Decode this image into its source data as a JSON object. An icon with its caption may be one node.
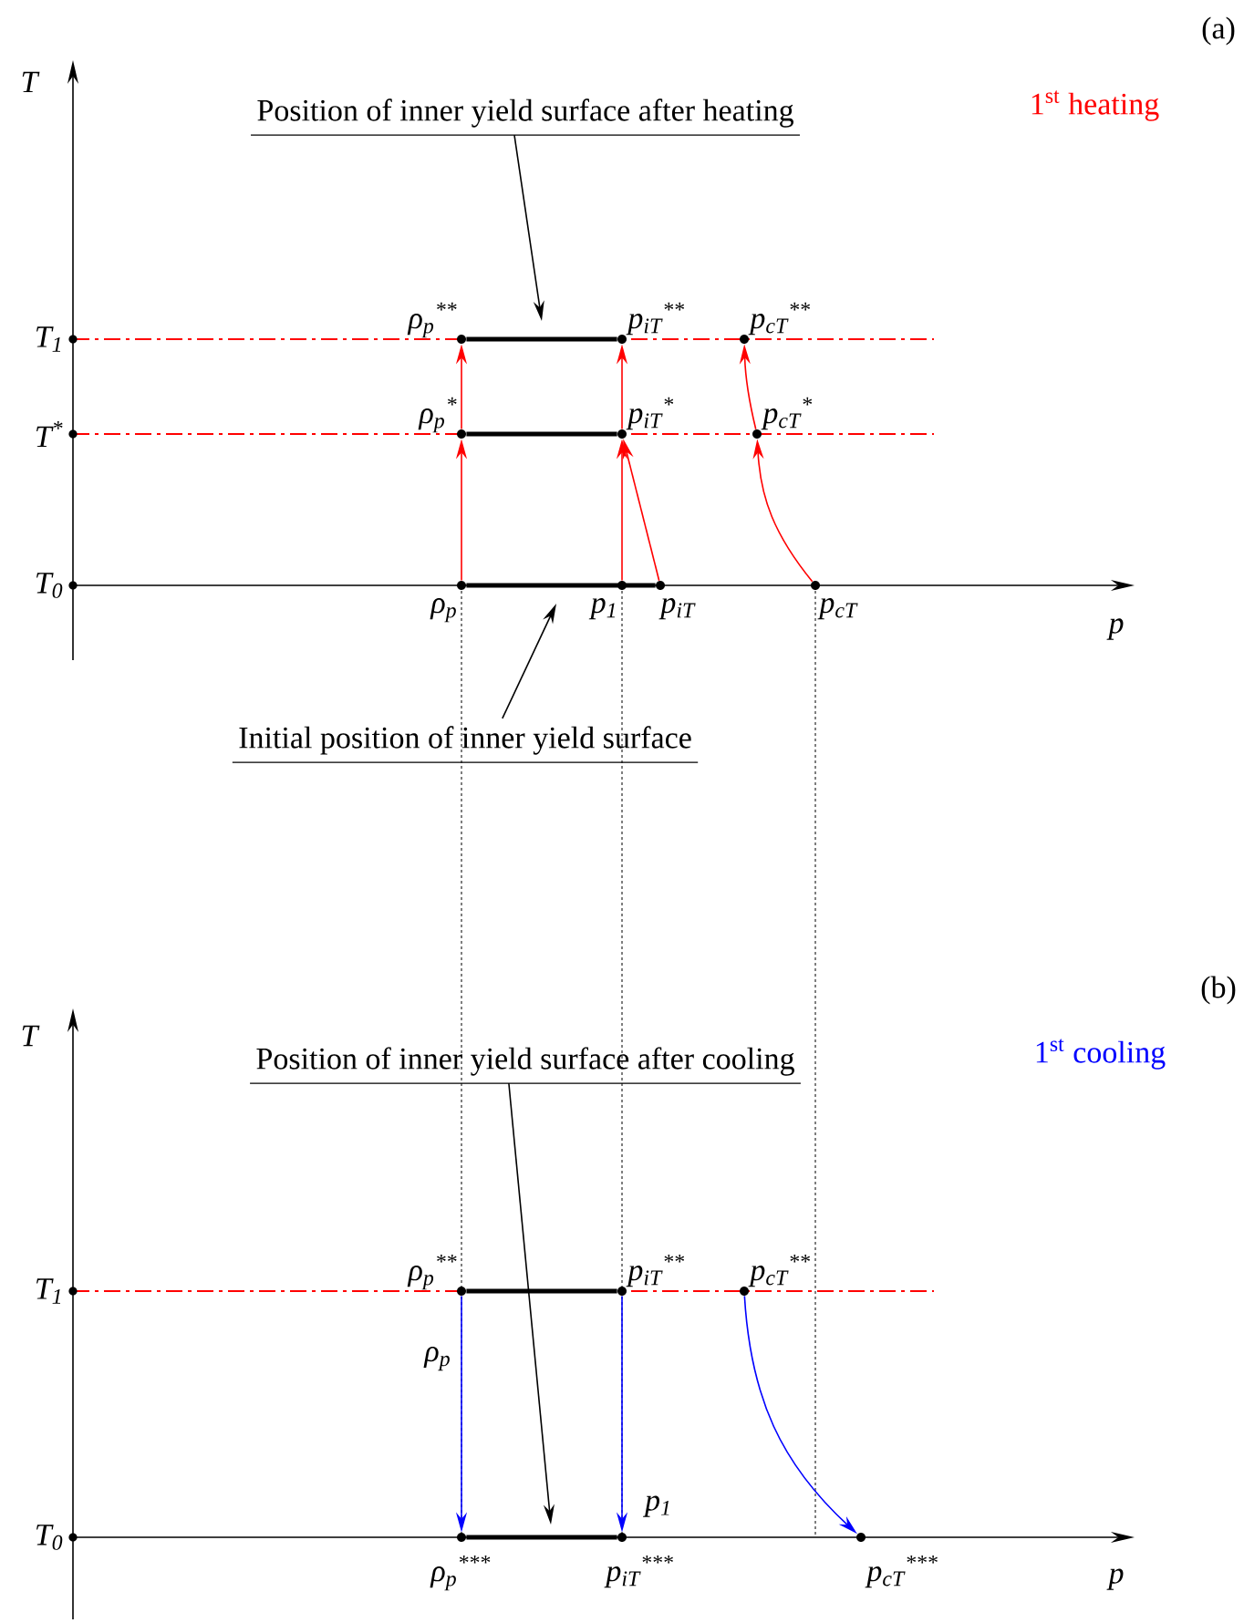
{
  "diagram": {
    "nodes": [
      {
        "text": [
          "Position of inner yield surface after heating"
        ]
      },
      {
        "text": [],
        "shape": "circle",
        "beside": [
          "ρ$_{p}$$^{**}$"
        ]
      },
      {
        "text": [],
        "shape": "circle",
        "beside": [
          "p$_{iT}$$^{**}$"
        ]
      },
      {
        "text": [],
        "shape": "circle",
        "beside": [
          "p$_{cT}$$^{**}$"
        ]
      },
      {
        "text": [],
        "shape": "circle",
        "beside": [
          "ρ$_{p}$$^{*}$"
        ]
      },
      {
        "text": [],
        "shape": "circle",
        "beside": [
          "p$_{iT}$$^{*}$"
        ]
      },
      {
        "text": [],
        "shape": "circle",
        "beside": [
          "p$_{cT}$$^{*}$"
        ]
      },
      {
        "text": [],
        "shape": "circle",
        "beside": [
          "ρ$_{p}$"
        ]
      },
      {
        "text": [],
        "shape": "circle",
        "beside": [
          "p$_{1}$"
        ]
      },
      {
        "text": [],
        "shape": "circle",
        "beside": [
          "p$_{iT}$"
        ]
      },
      {
        "text": [],
        "shape": "circle",
        "beside": [
          "p$_{cT}$"
        ]
      },
      {
        "text": [
          "Initial position of inner yield surface"
        ]
      },
      {
        "text": [
          "Position of inner yield surface after cooling"
        ]
      },
      {
        "text": [],
        "shape": "circle",
        "beside": [
          "ρ$_{p}$$^{**}$"
        ]
      },
      {
        "text": [],
        "shape": "circle",
        "beside": [
          "p$_{iT}$$^{**}$"
        ]
      },
      {
        "text": [],
        "shape": "circle",
        "beside": [
          "p$_{cT}$$^{**}$"
        ]
      },
      {
        "text": [],
        "shape": "circle",
        "beside": [
          "ρ$_{p}$$^{***}$"
        ]
      },
      {
        "text": [],
        "shape": "circle",
        "beside": [
          "p$_{iT}$$^{***}$"
        ]
      },
      {
        "text": [],
        "shape": "circle",
        "beside": [
          "p$_{cT}$$^{***}$"
        ]
      }
    ],
    "edges": [
      {
        "from": 0,
        "to": null,
        "arrow": "to"
      },
      {
        "from": 1,
        "to": 2,
        "arrow": "none",
        "style": "thick"
      },
      {
        "from": 4,
        "to": 5,
        "arrow": "none",
        "style": "thick"
      },
      {
        "from": 7,
        "to": 9,
        "arrow": "none",
        "style": "thick"
      },
      {
        "from": 7,
        "to": 4,
        "arrow": "to",
        "color": "#ff0000"
      },
      {
        "from": 4,
        "to": 1,
        "arrow": "to",
        "color": "#ff0000"
      },
      {
        "from": 8,
        "to": 5,
        "arrow": "to",
        "color": "#ff0000"
      },
      {
        "from": 5,
        "to": 2,
        "arrow": "to",
        "color": "#ff0000"
      },
      {
        "from": 9,
        "to": 5,
        "arrow": "to",
        "color": "#ff0000"
      },
      {
        "from": 10,
        "to": 6,
        "arrow": "to",
        "color": "#ff0000"
      },
      {
        "from": 6,
        "to": 3,
        "arrow": "to",
        "color": "#ff0000"
      },
      {
        "from": 11,
        "to": null,
        "arrow": "to"
      },
      {
        "from": 12,
        "to": null,
        "arrow": "to"
      },
      {
        "from": 13,
        "to": 14,
        "arrow": "none",
        "style": "thick"
      },
      {
        "from": 16,
        "to": 17,
        "arrow": "none",
        "style": "thick"
      },
      {
        "from": 13,
        "to": 16,
        "arrow": "to",
        "color": "#0000ff",
        "label": "ρ$_{p}$"
      },
      {
        "from": 14,
        "to": 17,
        "arrow": "to",
        "color": "#0000ff",
        "label": "p$_{1}$"
      },
      {
        "from": 15,
        "to": 18,
        "arrow": "to",
        "color": "#0000ff"
      }
    ],
    "labels": [
      "(a)",
      "T",
      "1$^{st}$ heating",
      "T$_{1}$",
      "T$^{*}$",
      "T$_{0}$",
      "p",
      "(b)",
      "T",
      "1$^{st}$ cooling",
      "T$_{1}$",
      "T$_{0}$",
      "p"
    ]
  }
}
